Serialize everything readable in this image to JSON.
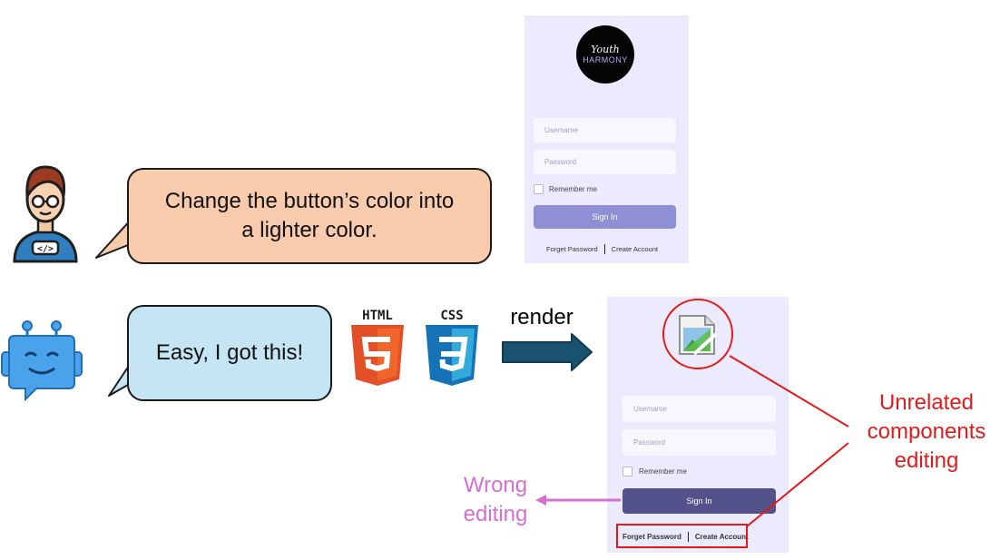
{
  "user_message": {
    "line1": "Change the button’s color into",
    "line2": "a lighter color."
  },
  "bot_message": "Easy, I got this!",
  "tech_badges": {
    "html": "HTML",
    "css": "CSS"
  },
  "render_label": "render",
  "original_page": {
    "logo_line1": "Youth",
    "logo_line2": "HARMONY",
    "username_placeholder": "Username",
    "password_placeholder": "Password",
    "remember_label": "Remember me",
    "signin_label": "Sign In",
    "forget_label": "Forget Password",
    "create_label": "Create Account",
    "button_color": "#8f8fd6"
  },
  "rendered_page": {
    "username_placeholder": "Username",
    "password_placeholder": "Password",
    "remember_label": "Remember me",
    "signin_label": "Sign In",
    "forget_label": "Forget Password",
    "create_label": "Create Account",
    "button_color": "#52518a"
  },
  "annotations": {
    "unrelated_line1": "Unrelated",
    "unrelated_line2": "components",
    "unrelated_line3": "editing",
    "wrong_line1": "Wrong",
    "wrong_line2": "editing"
  },
  "colors": {
    "user_bubble": "#f8cbad",
    "bot_bubble": "#c5e5f4",
    "arrow": "#1a5271",
    "highlight_red": "#e41a1a",
    "wrong_pink": "#d76fd2",
    "phone_bg": "#ebebfd"
  },
  "icons": {
    "user_avatar": "developer-icon",
    "bot_avatar": "robot-icon",
    "html_logo": "html5-icon",
    "css_logo": "css3-icon",
    "broken_image": "broken-image-icon"
  }
}
